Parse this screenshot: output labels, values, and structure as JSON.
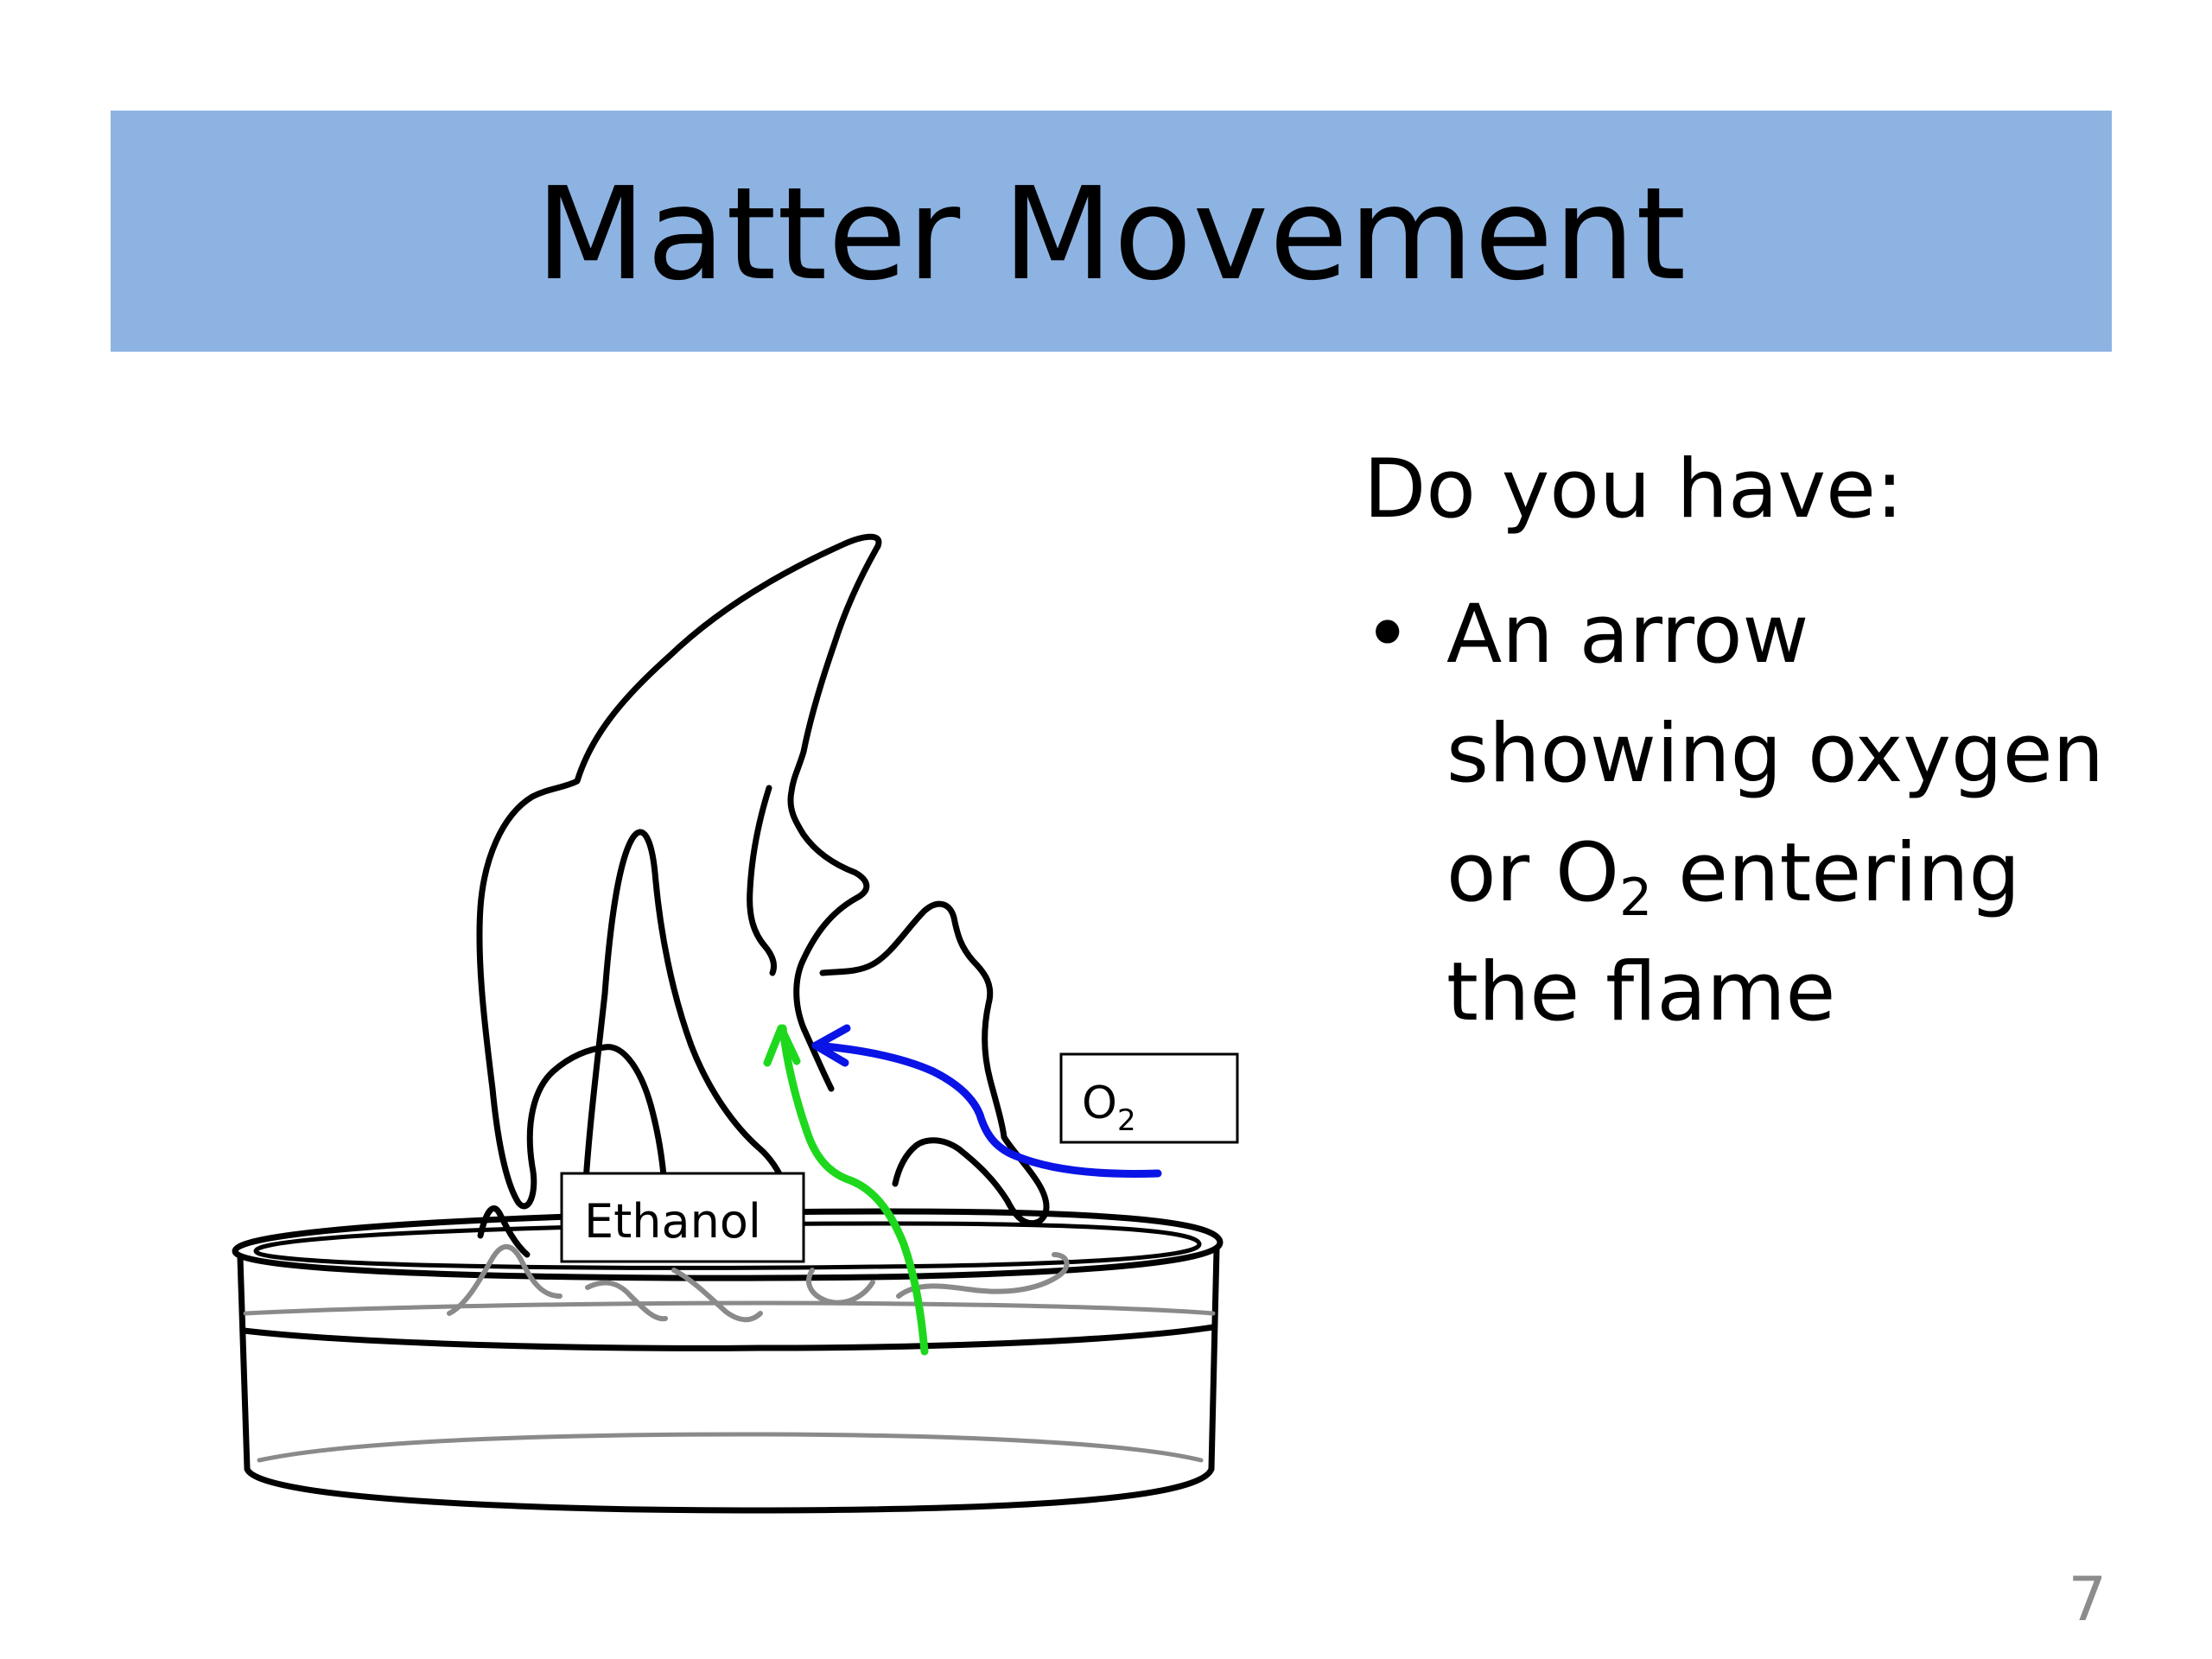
{
  "slide": {
    "title": "Matter Movement",
    "slide_number": "7"
  },
  "question": {
    "heading": "Do you have:",
    "bullet": {
      "symbol": "•",
      "line1": "An arrow",
      "line2": "showing oxygen",
      "line3_before": "or O",
      "line3_sub": "2",
      "line3_after": " entering",
      "line4": "the flame"
    }
  },
  "diagram": {
    "ethanol_label": "Ethanol",
    "o2_label_main": "O",
    "o2_label_sub": "2",
    "colors": {
      "title_bar": "#8db3e2",
      "ethanol_arrow": "#1ed81e",
      "oxygen_arrow": "#0a14e6",
      "outline": "#000000",
      "ghost_outline": "#8a8a8a"
    }
  }
}
